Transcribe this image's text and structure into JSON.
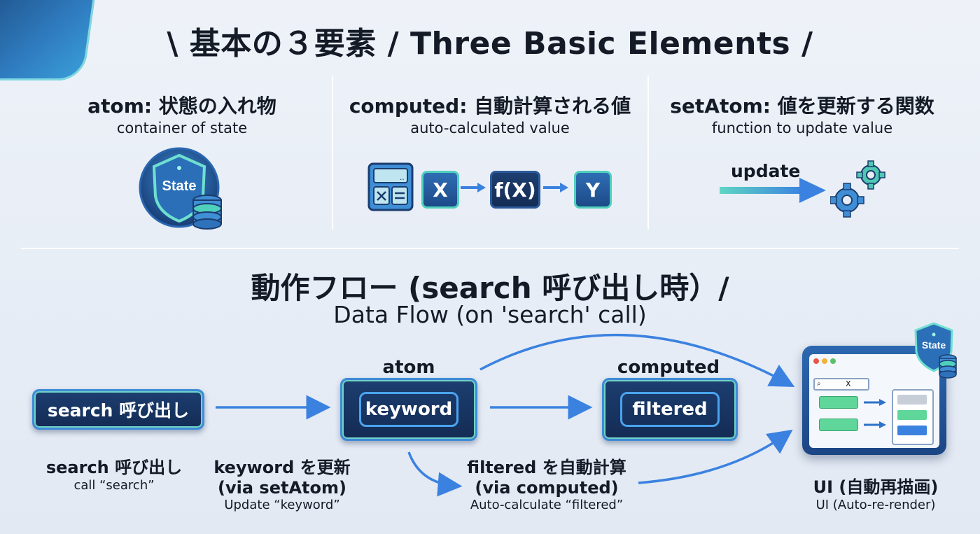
{
  "title": "\\ 基本の３要素 / Three Basic Elements /",
  "elements": [
    {
      "title": "atom: 状態の入れ物",
      "subtitle": "container of state",
      "badge": "State"
    },
    {
      "title": "computed: 自動計算される値",
      "subtitle": "auto-calculated value",
      "chips": [
        "X",
        "f(X)",
        "Y"
      ]
    },
    {
      "title": "setAtom: 値を更新する関数",
      "subtitle": "function to update value",
      "arrow_label": "update"
    }
  ],
  "flow": {
    "title": "動作フロー (search 呼び出し時）/",
    "subtitle": "Data Flow (on 'search' call)",
    "nodes": {
      "search": "search 呼び出し",
      "atom_label": "atom",
      "keyword": "keyword",
      "computed_label": "computed",
      "filtered": "filtered",
      "ui_badge": "State",
      "ui_search_value": "X"
    },
    "captions": [
      {
        "main": "search 呼び出し",
        "sub": "call “search”"
      },
      {
        "main": "keyword を更新",
        "main2": "(via setAtom)",
        "sub": "Update “keyword”"
      },
      {
        "main": "filtered を自動計算",
        "main2": "(via computed)",
        "sub": "Auto-calculate “filtered”"
      },
      {
        "main": "UI (自動再描画)",
        "sub": "UI (Auto-re-render)"
      }
    ]
  },
  "colors": {
    "navy": "#142c55",
    "blue": "#3e8bd8",
    "teal": "#4fd0bd",
    "arrow": "#3b82e0",
    "green": "#5fd69a"
  }
}
